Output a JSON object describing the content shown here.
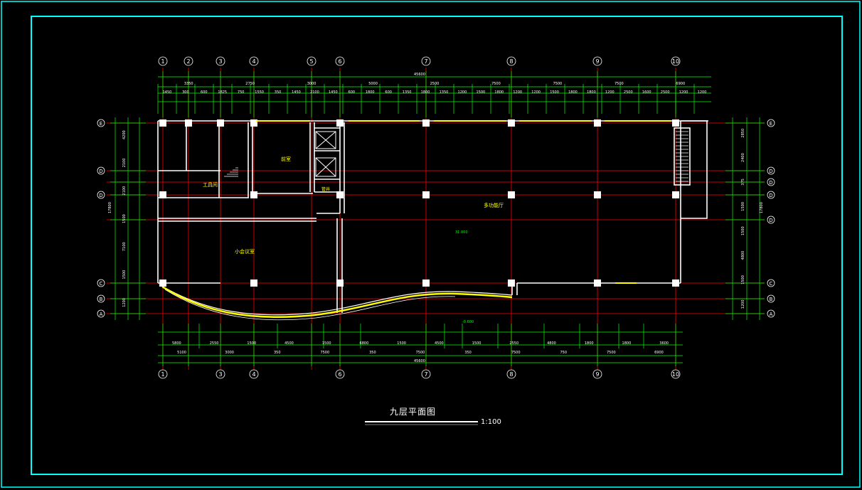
{
  "drawing": {
    "title": "九层平面图",
    "scale": "1:100",
    "total_length_top": "45600",
    "total_length_bottom": "45600",
    "total_height_left": "17800",
    "total_height_right": "17800",
    "colors": {
      "frame": "#00ffff",
      "axis": "#ff0000",
      "wall": "#ffffff",
      "dimension": "#00ff00",
      "curve": "#ffff00",
      "text": "#ffff00"
    }
  },
  "axes_vertical_top": [
    "1",
    "2",
    "3",
    "4",
    "5",
    "6",
    "7",
    "8",
    "9",
    "10"
  ],
  "axes_vertical_bottom": [
    "1",
    "3",
    "4",
    "6",
    "7",
    "8",
    "9",
    "10"
  ],
  "axes_horizontal_left": [
    "E",
    "D2",
    "D1",
    "D",
    "C",
    "B",
    "A"
  ],
  "axes_horizontal_right": [
    "E",
    "D2",
    "D1",
    "D",
    "D",
    "C",
    "B",
    "A"
  ],
  "dims_top_row1": [
    "3350",
    "2750",
    "3000",
    "5000",
    "2500",
    "7500",
    "7500",
    "7500",
    "6900"
  ],
  "dims_top_row2": [
    "1450",
    "300",
    "600",
    "1825",
    "750",
    "1550",
    "350",
    "1450",
    "2100",
    "1450",
    "600",
    "1800",
    "600",
    "1350",
    "1800",
    "1350",
    "1200",
    "1500",
    "1800",
    "1200",
    "1200",
    "1500",
    "1800",
    "1800",
    "1200",
    "2500",
    "1600",
    "2500",
    "1200",
    "1200"
  ],
  "dims_bottom_row1": [
    "5800",
    "2550",
    "1500",
    "4500",
    "1500",
    "6800",
    "1500",
    "4500",
    "1500",
    "2550",
    "4800",
    "1800",
    "1800",
    "3600"
  ],
  "dims_bottom_row2": [
    "5100",
    "3000",
    "350",
    "7500",
    "350",
    "7500",
    "350",
    "7500",
    "750",
    "7500",
    "6900"
  ],
  "dims_left": [
    "4200",
    "2100",
    "2100",
    "1500",
    "7100",
    "1500",
    "1200"
  ],
  "dims_right": [
    "2850",
    "2400",
    "375",
    "1500",
    "1500",
    "4800",
    "1500",
    "1200"
  ],
  "room_labels": {
    "office_small": "小会议室",
    "lounge": "前室",
    "multi_hall": "多功能厅",
    "stair_room": "工具间",
    "elev_label": "管井"
  },
  "level_marks": [
    "31.000",
    "-0.600"
  ]
}
